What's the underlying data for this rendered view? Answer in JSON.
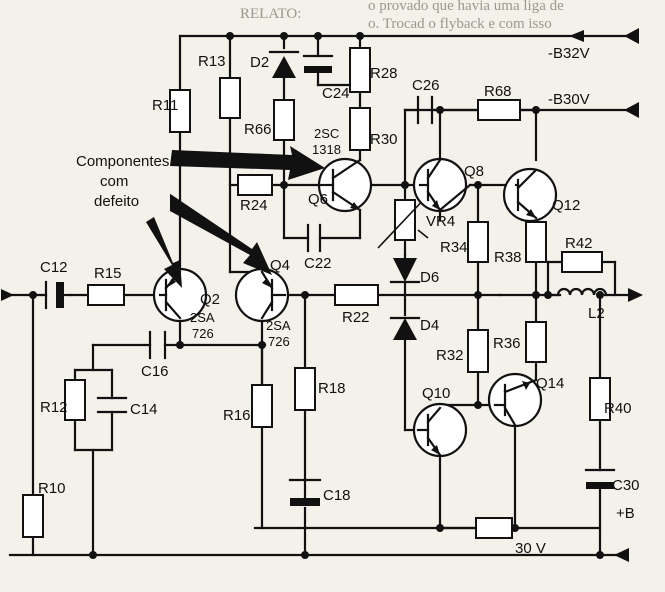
{
  "rail_labels": {
    "b32": "-B32V",
    "b30": "-B30V",
    "v30": "30 V",
    "plus_b": "+B"
  },
  "resistors": {
    "r10": "R10",
    "r11": "R11",
    "r12": "R12",
    "r13": "R13",
    "r15": "R15",
    "r16": "R16",
    "r18": "R18",
    "r22": "R22",
    "r24": "R24",
    "r28": "R28",
    "r30": "R30",
    "r32": "R32",
    "r34": "R34",
    "r36": "R36",
    "r38": "R38",
    "r40": "R40",
    "r42": "R42",
    "r66": "R66",
    "r68": "R68",
    "vr4": "VR4"
  },
  "capacitors": {
    "c12": "C12",
    "c14": "C14",
    "c16": "C16",
    "c18": "C18",
    "c22": "C22",
    "c24": "C24",
    "c26": "C26",
    "c30": "C30"
  },
  "diodes": {
    "d2": "D2",
    "d4": "D4",
    "d6": "D6"
  },
  "inductors": {
    "l2": "L2"
  },
  "transistors": {
    "q2": "Q2",
    "q2_type": "2SA",
    "q2_num": "726",
    "q4": "Q4",
    "q4_type": "2SA",
    "q4_num": "726",
    "q6": "Q6",
    "q6_type": "2SC",
    "q6_num": "1318",
    "q8": "Q8",
    "q10": "Q10",
    "q12": "Q12",
    "q14": "Q14"
  },
  "annotation": {
    "line1": "Componentes",
    "line2": "com",
    "line3": "defeito"
  },
  "background_text": {
    "top": "RELATO:",
    "right1": "o provado que havia uma liga de",
    "right2": "o. Trocad o flyback e com isso"
  }
}
